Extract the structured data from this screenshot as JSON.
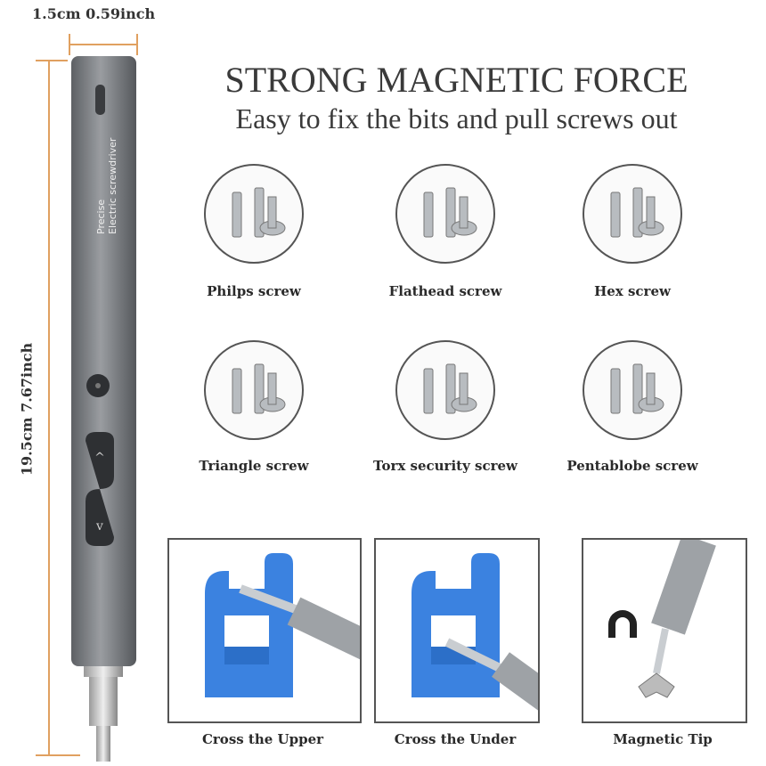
{
  "dimensions": {
    "width_label": "1.5cm  0.59inch",
    "height_label": "19.5cm  7.67inch"
  },
  "device": {
    "brand_line1": "Precise",
    "brand_line2": "Electric screwdriver"
  },
  "header": {
    "title": "STRONG MAGNETIC FORCE",
    "subtitle": "Easy to fix the bits and pull screws out"
  },
  "screws": [
    {
      "label": "Philps screw"
    },
    {
      "label": "Flathead screw"
    },
    {
      "label": "Hex screw"
    },
    {
      "label": "Triangle screw"
    },
    {
      "label": "Torx  security  screw"
    },
    {
      "label": "Pentablobe screw"
    }
  ],
  "demos": [
    {
      "label": "Cross the Upper"
    },
    {
      "label": "Cross the Under"
    },
    {
      "label": "Magnetic Tip"
    }
  ],
  "colors": {
    "dimension_line": "#e0a060",
    "magnetizer_blue": "#3b82e0",
    "body_gray": "#7d8084"
  }
}
